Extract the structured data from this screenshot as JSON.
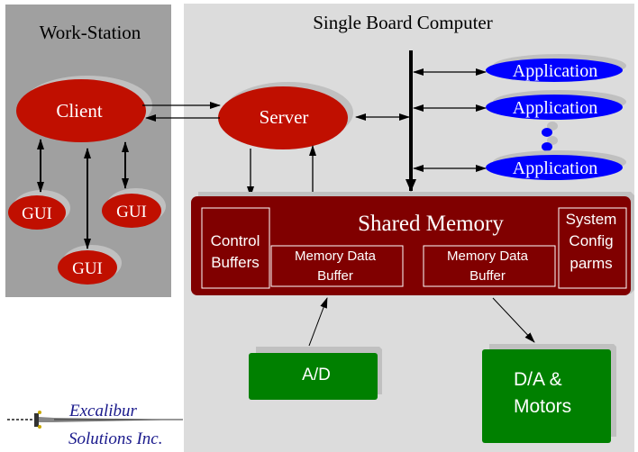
{
  "workstation": {
    "title": "Work-Station",
    "client_label": "Client",
    "gui_labels": [
      "GUI",
      "GUI",
      "GUI"
    ]
  },
  "sbc": {
    "title": "Single Board Computer",
    "server_label": "Server",
    "applications": [
      "Application",
      "Application",
      "Application"
    ],
    "shared_memory": {
      "title": "Shared Memory",
      "control_buffers": [
        "Control",
        "Buffers"
      ],
      "memory_buffer_1": [
        "Memory Data",
        "Buffer"
      ],
      "memory_buffer_2": [
        "Memory Data",
        "Buffer"
      ],
      "system_config": [
        "System",
        "Config",
        "parms"
      ]
    },
    "ad_label": "A/D",
    "da_label": [
      "D/A &",
      "Motors"
    ]
  },
  "logo": {
    "line1": "Excalibur",
    "line2": "Solutions Inc.",
    "icon": "sword-icon"
  },
  "colors": {
    "workstation_bg": "#a0a0a0",
    "sbc_bg": "#dcdcdc",
    "ellipse_red": "#c00f00",
    "ellipse_blue": "#0000ff",
    "shadow": "#c0c0c0",
    "memory_bg": "#800000",
    "io_green": "#008000",
    "logo_blue": "#1a1a8c"
  }
}
